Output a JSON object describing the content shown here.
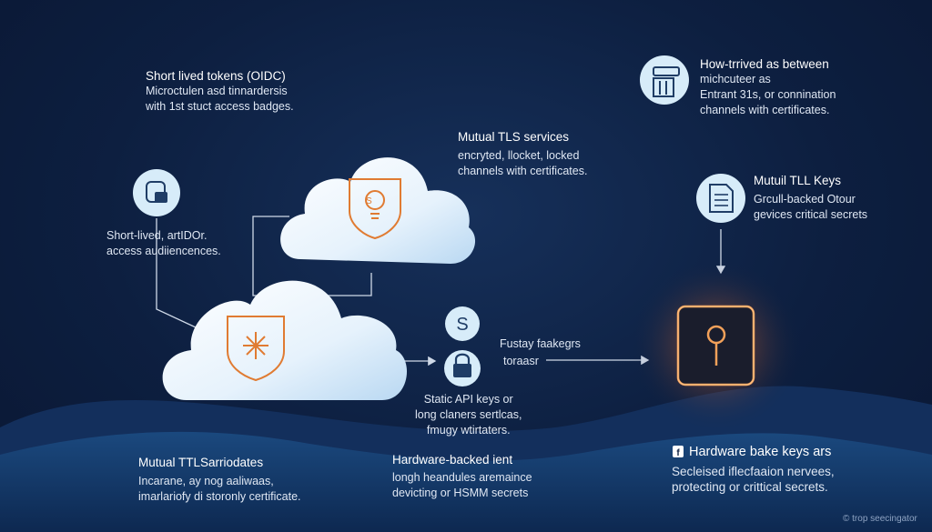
{
  "colors": {
    "background": "#0d1f40",
    "hill_dark": "#0f2b55",
    "hill_light": "#1a4a80",
    "cloud": "#e9f4fd",
    "accent_orange": "#e07b32",
    "lock_glow": "#f3a15a",
    "icon_circle": "#d7ecf9"
  },
  "labels": {
    "tl": {
      "title": "Short lived tokens (OIDC)",
      "l1": "Microctulen asd tinnardersis",
      "l2": "with 1st stuct access badges."
    },
    "tr": {
      "title": "How-trrived as between",
      "l1": "michcuteer as",
      "l2": "Entrant 31s, or connination",
      "l3": "channels with certificates."
    },
    "mtls": {
      "title": "Mutual TLS services",
      "l1": "encryted, llocket, locked",
      "l2": "channels with certificates."
    },
    "left": {
      "l1": "Short-lived, artIDOr.",
      "l2": "access audiiencences."
    },
    "keys": {
      "title": "Mutuil TLL Keys",
      "l1": "Grcull-backed Otour",
      "l2": "gevices critical secrets"
    },
    "fast": {
      "title": "Fustay faakegrs",
      "l1": "toraasr"
    },
    "static": {
      "l1": "Static API keys or",
      "l2": "long claners sertlcas,",
      "l3": "fmugy wtirtaters."
    },
    "b1": {
      "title": "Mutual TTLSarriodates",
      "l1": "Incarane, ay nog aaliwaas,",
      "l2": "imarlariofy di storonly certificate."
    },
    "b2": {
      "title": "Hardware-backed ient",
      "l1": "longh heandules aremaince",
      "l2": "devicting or HSMM secrets"
    },
    "b3": {
      "title": "Hardware bake keys ars",
      "l1": "Secleised iflecfaaion nervees,",
      "l2": "protecting or crittical secrets."
    },
    "watermark": "© trop seecingator",
    "dollar_symbol": "S"
  },
  "icons": {
    "database": "database-lock-icon",
    "server": "server-icon",
    "document": "document-icon",
    "dollar": "dollar-icon",
    "padlock": "padlock-icon",
    "bulb": "lightbulb-shield-icon",
    "star": "asterisk-shield-icon",
    "keyhole": "keyhole-icon",
    "badge": "f-badge-icon"
  }
}
